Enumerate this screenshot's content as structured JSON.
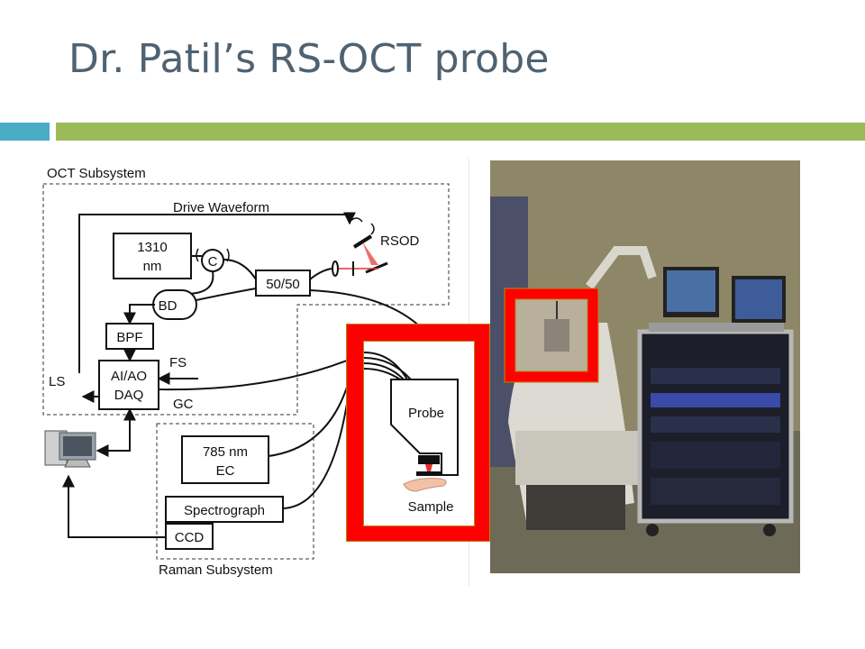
{
  "slide": {
    "title": "Dr. Patil’s RS-OCT probe"
  },
  "diagram": {
    "oct_subsystem": "OCT Subsystem",
    "drive_waveform": "Drive Waveform",
    "rsod": "RSOD",
    "source_line1": "1310",
    "source_line2": "nm",
    "circulator": "C",
    "coupler": "50/50",
    "bd": "BD",
    "bpf": "BPF",
    "daq_line1": "AI/AO",
    "daq_line2": "DAQ",
    "fs": "FS",
    "ls": "LS",
    "gc": "GC",
    "probe": "Probe",
    "sample": "Sample",
    "laser_line1": "785 nm",
    "laser_line2": "EC",
    "spectrograph": "Spectrograph",
    "ccd": "CCD",
    "raman_subsystem": "Raman Subsystem"
  },
  "colors": {
    "highlight": "#ff0000",
    "highlight_border": "#b8860b",
    "title": "#4f6272",
    "teal_bar": "#4bacc6",
    "green_bar": "#9bbb59"
  }
}
